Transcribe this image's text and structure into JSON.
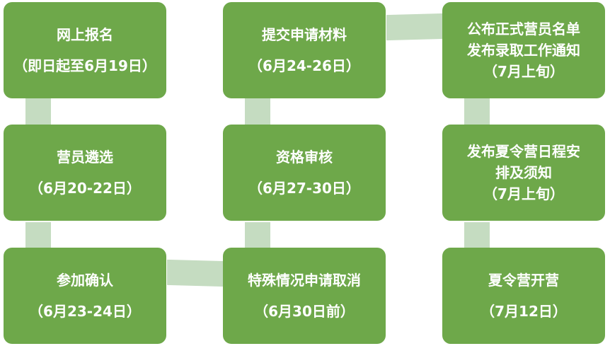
{
  "colors": {
    "box_fill": "#6ea84a",
    "connector_fill": "#c5dcc1",
    "text": "#ffffff"
  },
  "steps": [
    {
      "lines": [
        "网上报名",
        "（即日起至6月19日）"
      ]
    },
    {
      "lines": [
        "营员遴选",
        "（6月20-22日）"
      ]
    },
    {
      "lines": [
        "参加确认",
        "（6月23-24日）"
      ]
    },
    {
      "lines": [
        "特殊情况申请取消",
        "（6月30日前）"
      ]
    },
    {
      "lines": [
        "资格审核",
        "（6月27-30日）"
      ]
    },
    {
      "lines": [
        "提交申请材料",
        "（6月24-26日）"
      ]
    },
    {
      "lines": [
        "公布正式营员名单",
        "发布录取工作通知",
        "（7月上旬）"
      ]
    },
    {
      "lines": [
        "发布夏令营日程安",
        "排及须知",
        "（7月上旬）"
      ]
    },
    {
      "lines": [
        "夏令营开营",
        "（7月12日）"
      ]
    }
  ]
}
